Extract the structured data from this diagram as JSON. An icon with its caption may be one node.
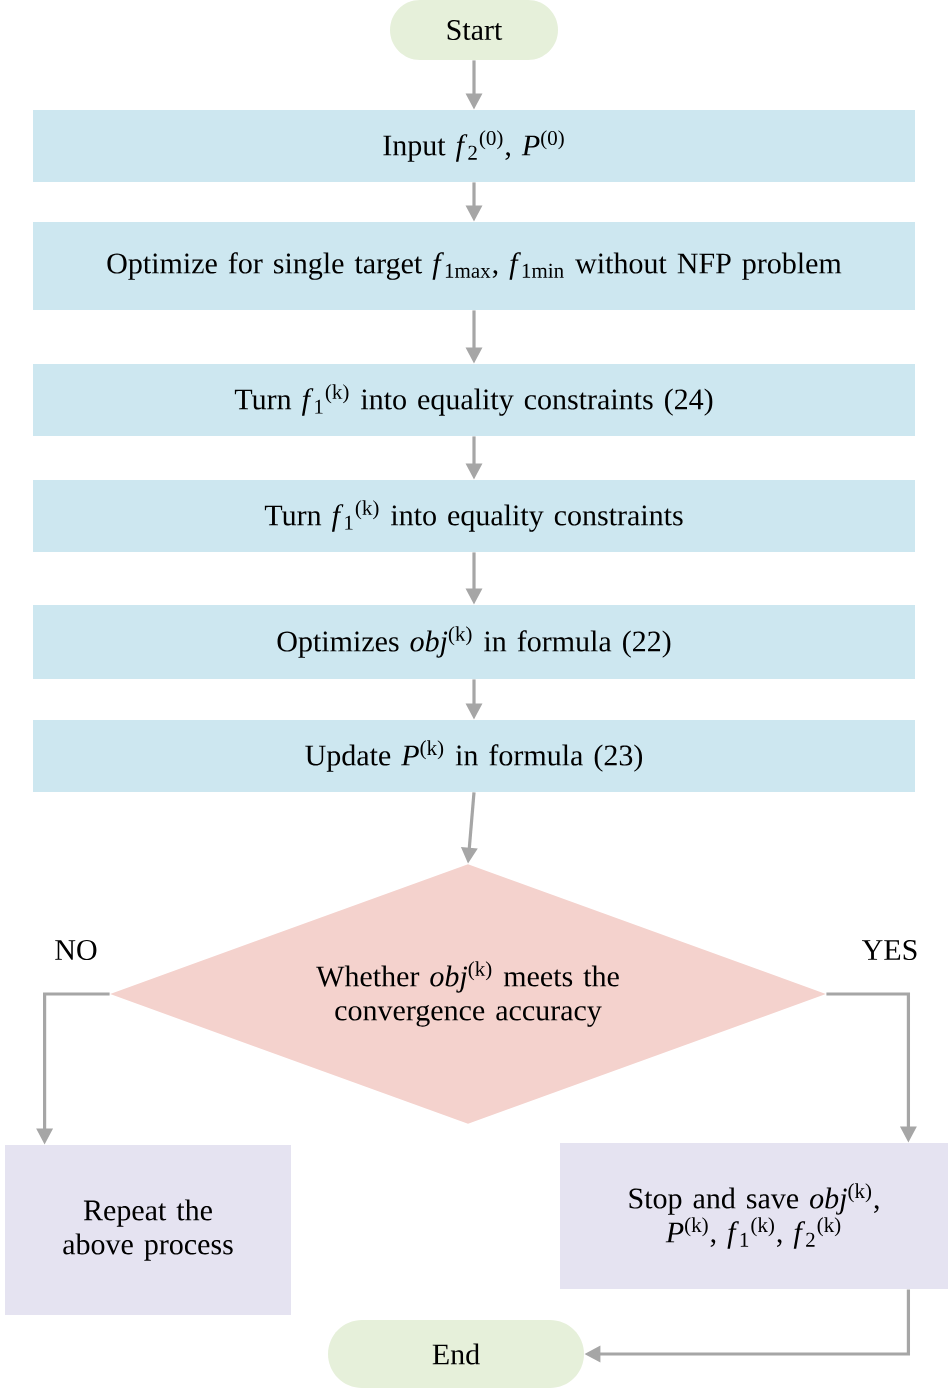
{
  "diagram": {
    "nodes": [
      {
        "text": [
          "Start"
        ]
      },
      {
        "text": [
          "Input *f*$_{2}$$^{(0)}$, *P*$^{(0)}$"
        ]
      },
      {
        "text": [
          "Optimize for single target *f*$_{1max}$, *f*$_{1min}$ without NFP problem"
        ]
      },
      {
        "text": [
          "Turn *f*$_{1}$$^{(k)}$ into equality constraints (24)"
        ]
      },
      {
        "text": [
          "Turn *f*$_{1}$$^{(k)}$ into equality constraints"
        ]
      },
      {
        "text": [
          "Optimizes *obj*$^{(k)}$ in formula (22)"
        ]
      },
      {
        "text": [
          "Update *P*$^{(k)}$ in formula (23)"
        ]
      },
      {
        "text": [
          "Whether *obj*$^{(k)}$ meets the convergence accuracy"
        ]
      },
      {
        "text": [
          "Repeat the above process"
        ]
      },
      {
        "text": [
          "Stop and save *obj*$^{(k)}$, *P*$^{(k)}$, *f*$_{1}$$^{(k)}$, *f*$_{2}$$^{(k)}$"
        ]
      },
      {
        "text": [
          "End"
        ]
      }
    ],
    "edges": [
      {
        "from": 0,
        "to": 1,
        "arrow": "to"
      },
      {
        "from": 1,
        "to": 2,
        "arrow": "to"
      },
      {
        "from": 2,
        "to": 3,
        "arrow": "to"
      },
      {
        "from": 3,
        "to": 4,
        "arrow": "to"
      },
      {
        "from": 4,
        "to": 5,
        "arrow": "to"
      },
      {
        "from": 5,
        "to": 6,
        "arrow": "to"
      },
      {
        "from": 6,
        "to": 7,
        "arrow": "to"
      },
      {
        "from": 7,
        "to": 8,
        "arrow": "to",
        "label": "NO"
      },
      {
        "from": 7,
        "to": 9,
        "arrow": "to",
        "label": "YES"
      },
      {
        "from": 9,
        "to": 10,
        "arrow": "to"
      }
    ]
  }
}
